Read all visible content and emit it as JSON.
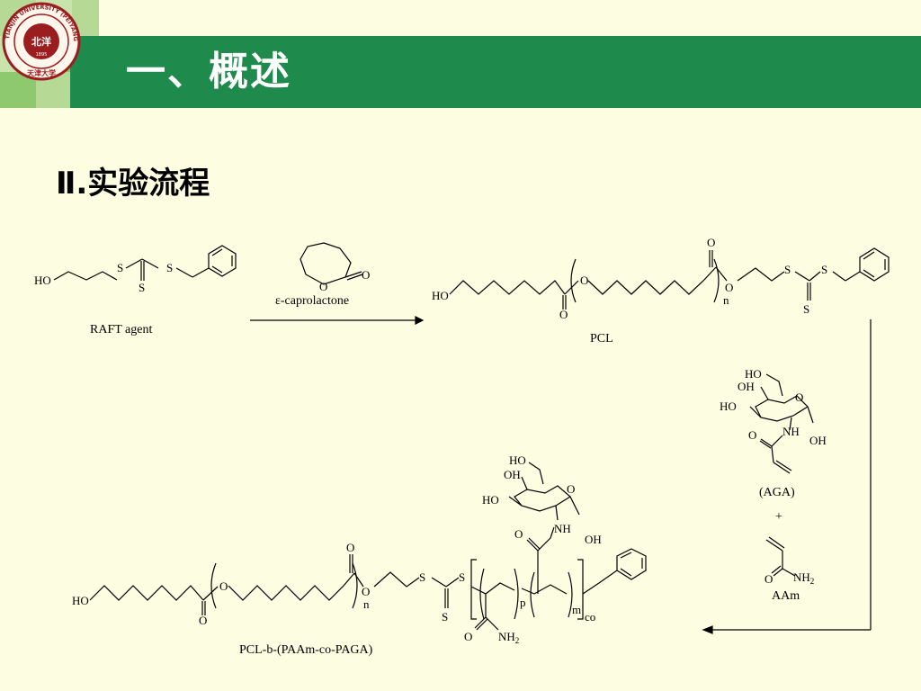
{
  "header": {
    "title": "一、概述",
    "logo_ring_text": "TIANJIN UNIVERSITY (PEIYANG UNIVERSITY)",
    "logo_center_text": "北洋",
    "logo_year": "1895",
    "logo_bottom_text": "天津大学",
    "colors": {
      "bar": "#1e8a4c",
      "light_square": "#b6da95",
      "mid_square": "#8ec86f",
      "background": "#fdfde2"
    }
  },
  "section": {
    "title": "Ⅱ.实验流程"
  },
  "scheme": {
    "raft_agent": {
      "label": "RAFT agent",
      "ho": "HO",
      "s1": "S",
      "s2": "S",
      "s3": "S"
    },
    "reagent": {
      "label": "ε-caprolactone",
      "ring_o": "O",
      "carbonyl_o": "O"
    },
    "pcl": {
      "label": "PCL",
      "ho": "HO",
      "o_carbonyl1": "O",
      "o_ester1": "O",
      "o_carbonyl2": "O",
      "o_ester2": "O",
      "n": "n",
      "s1": "S",
      "s2": "S",
      "s3": "S"
    },
    "aga": {
      "label": "(AGA)",
      "ho_ch2": "HO",
      "oh_top": "OH",
      "ho_left": "HO",
      "ring_o": "O",
      "nh": "NH",
      "oh_right": "OH",
      "carbonyl_o": "O"
    },
    "plus": "+",
    "aam": {
      "label": "AAm",
      "carbonyl_o": "O",
      "nh2": "NH",
      "nh2_sub": "2"
    },
    "product": {
      "label": "PCL-b-(PAAm-co-PAGA)",
      "ho": "HO",
      "o_carbonyl1": "O",
      "o_ester1": "O",
      "o_carbonyl2": "O",
      "o_ester2": "O",
      "n": "n",
      "s1": "S",
      "s2": "S",
      "s3": "S",
      "p": "p",
      "m": "m",
      "co": "co",
      "amide_o": "O",
      "amide_nh2": "NH",
      "amide_nh2_sub": "2",
      "sugar_ho_ch2": "HO",
      "sugar_oh_top": "OH",
      "sugar_ho_left": "HO",
      "sugar_ring_o": "O",
      "sugar_nh": "NH",
      "sugar_oh_right": "OH",
      "sugar_carbonyl_o": "O"
    }
  }
}
